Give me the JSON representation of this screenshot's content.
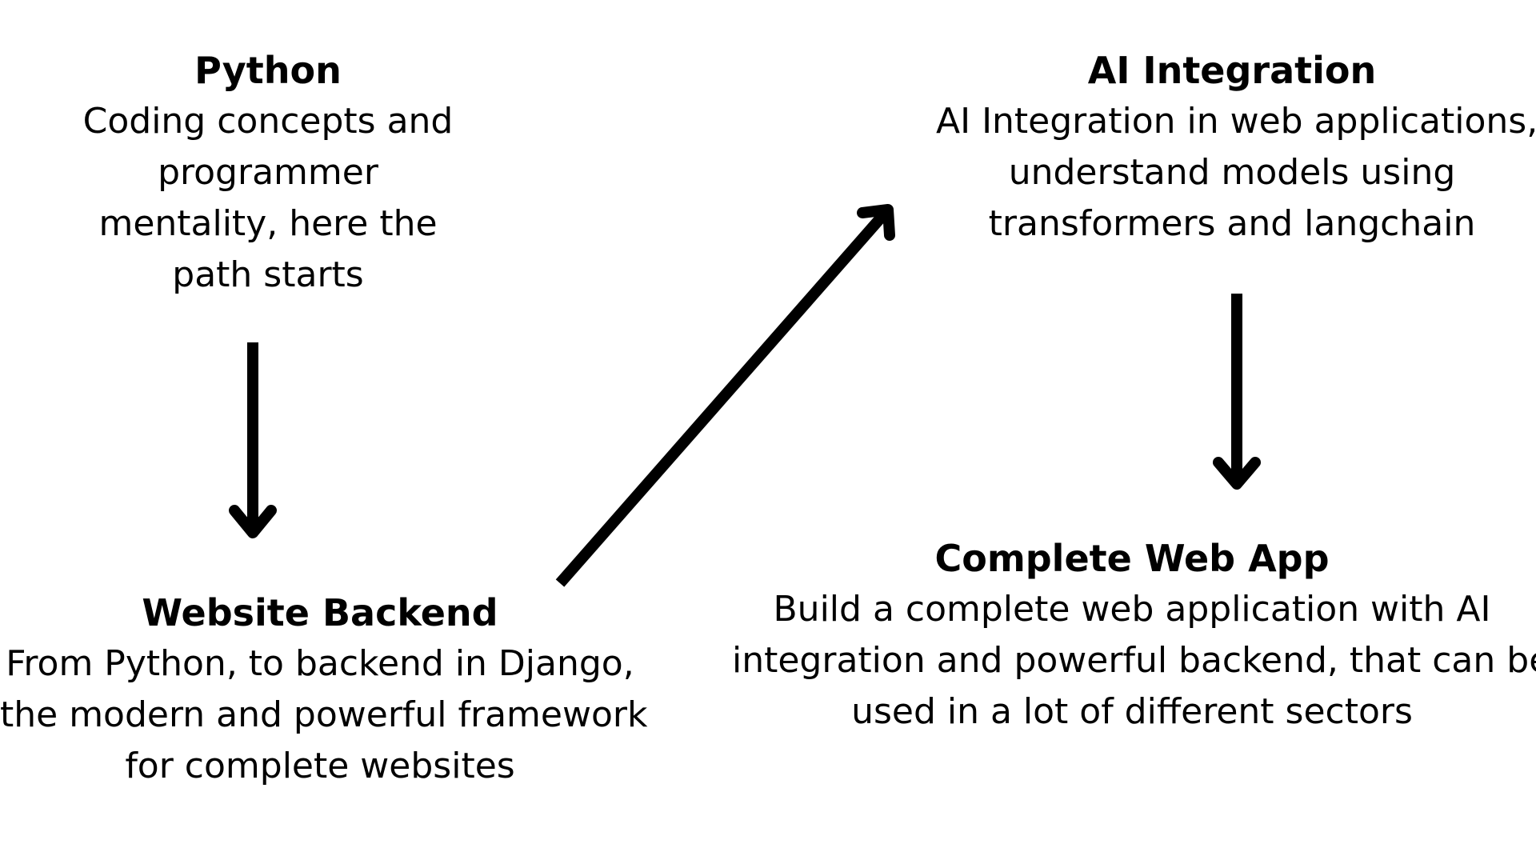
{
  "nodes": {
    "python": {
      "title": "Python",
      "lines": [
        "Coding concepts and",
        "programmer",
        "mentality, here the",
        "path starts"
      ]
    },
    "ai_integration": {
      "title": "AI Integration",
      "lines": [
        "AI Integration in web applications,",
        "understand models using",
        "transformers and langchain"
      ]
    },
    "website_backend": {
      "title": "Website Backend",
      "lines": [
        "From Python, to backend in Django,",
        "the modern and powerful framework",
        "for complete websites"
      ]
    },
    "complete_web_app": {
      "title": "Complete Web App",
      "lines": [
        "Build a complete web application with AI",
        "integration and powerful backend, that can be",
        "used in a lot of different sectors"
      ]
    }
  },
  "edges": [
    {
      "from": "Python",
      "to": "Website Backend"
    },
    {
      "from": "Website Backend",
      "to": "AI Integration"
    },
    {
      "from": "AI Integration",
      "to": "Complete Web App"
    }
  ],
  "colors": {
    "background": "#ffffff",
    "text": "#000000",
    "arrow": "#000000"
  }
}
